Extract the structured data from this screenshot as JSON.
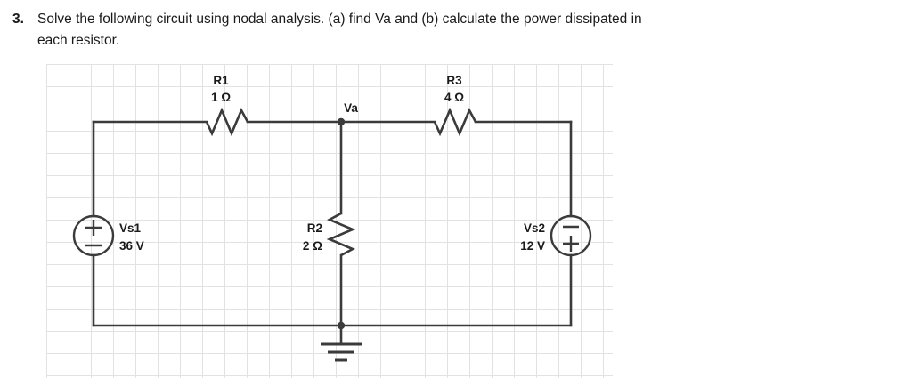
{
  "question": {
    "number": "3.",
    "line1": "Solve the following circuit using nodal analysis. (a) find Va and (b) calculate the power dissipated in",
    "line2": "each resistor."
  },
  "circuit": {
    "node_label": "Va",
    "components": {
      "r1": {
        "name": "R1",
        "value": "1 Ω"
      },
      "r2": {
        "name": "R2",
        "value": "2 Ω"
      },
      "r3": {
        "name": "R3",
        "value": "4 Ω"
      },
      "vs1": {
        "name": "Vs1",
        "value": "36 V",
        "top_sign": "+",
        "bottom_sign": "−"
      },
      "vs2": {
        "name": "Vs2",
        "value": "12 V",
        "top_sign": "−",
        "bottom_sign": "+"
      }
    },
    "ground": {
      "name": "ground-symbol"
    },
    "colors": {
      "wire": "#3b3b3b",
      "grid": "#e2e2e2",
      "text": "#1a1a1a",
      "background": "#ffffff"
    }
  }
}
